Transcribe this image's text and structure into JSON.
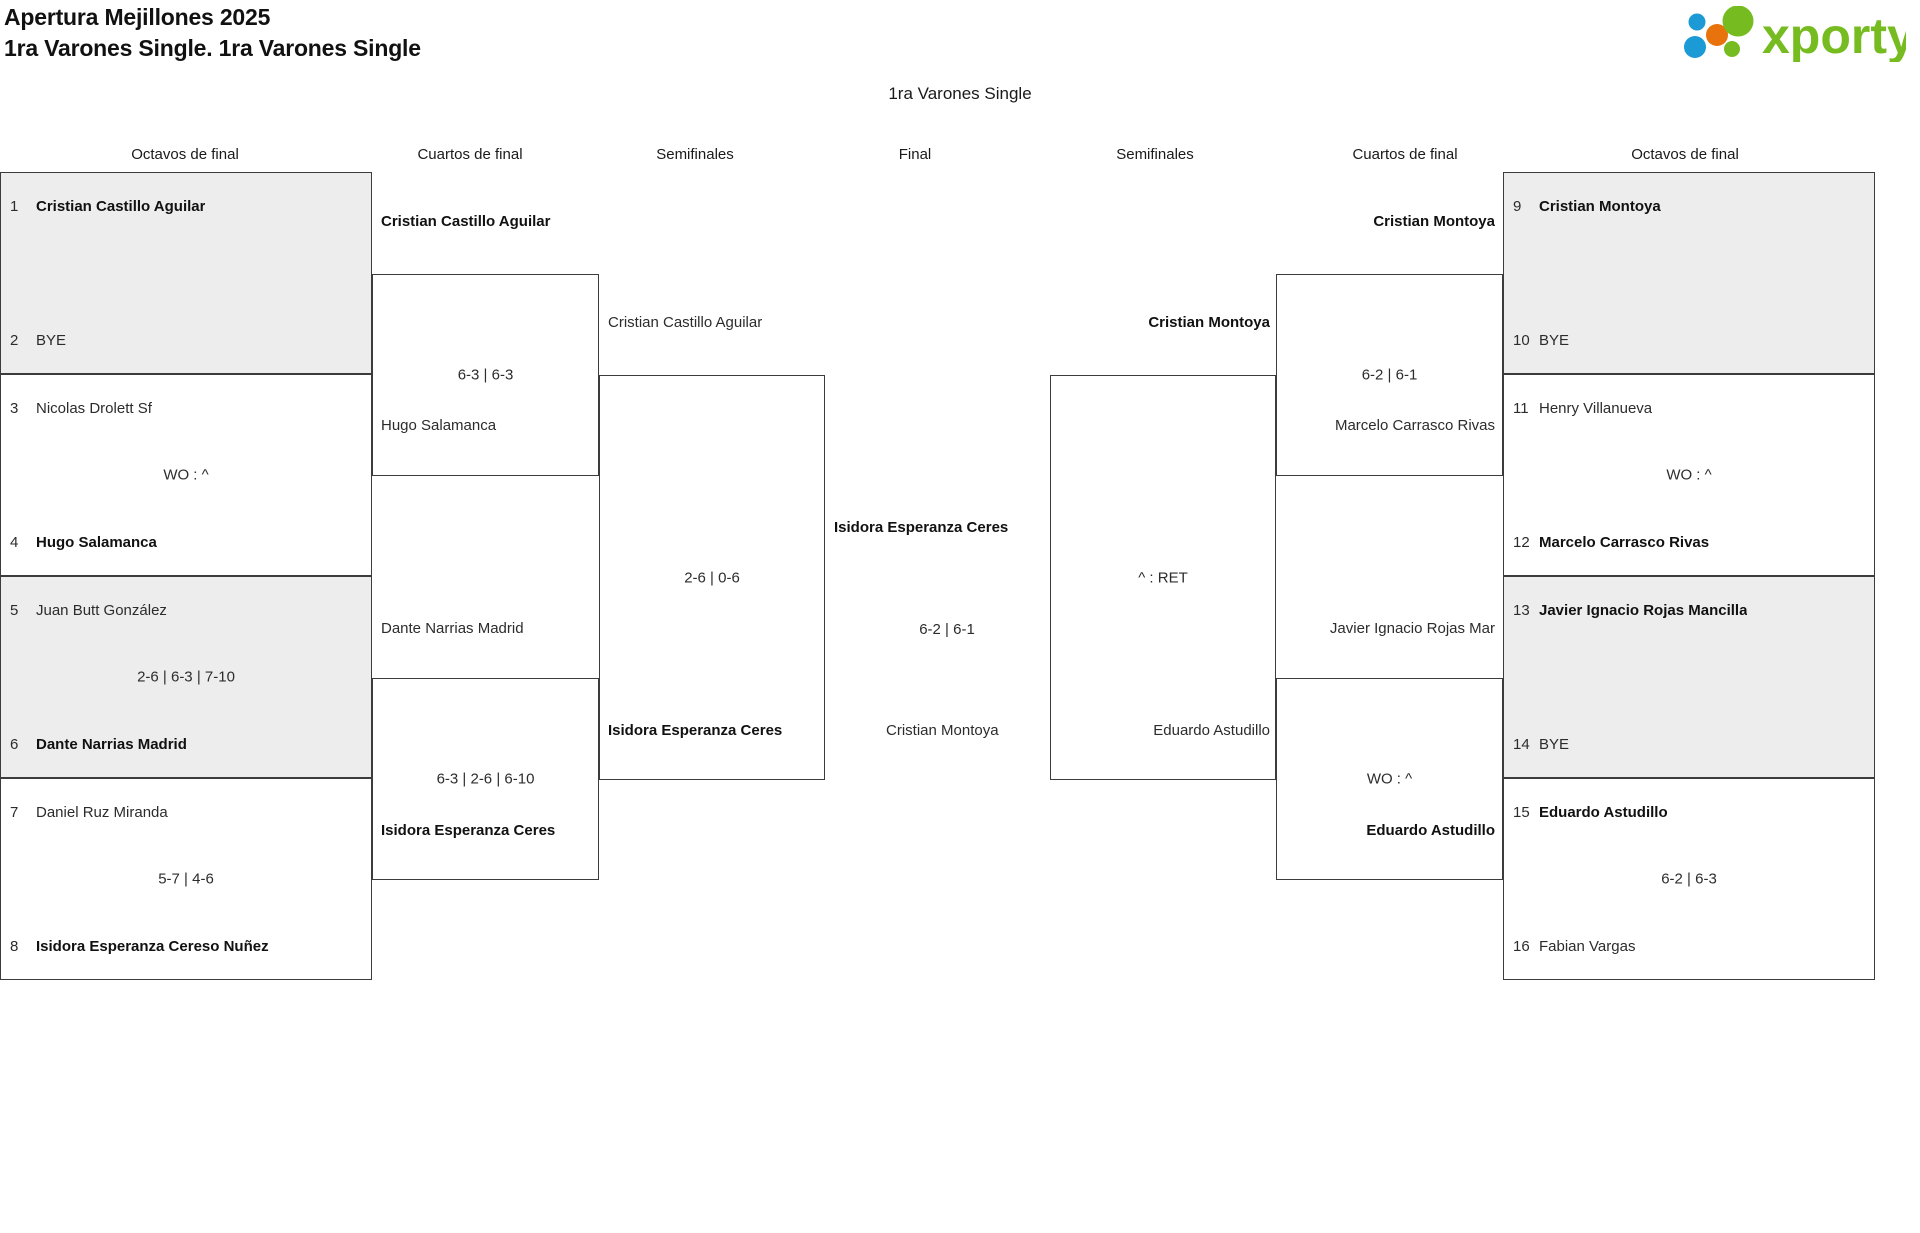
{
  "header": {
    "line1": "Apertura Mejillones 2025",
    "line2": "1ra Varones Single. 1ra Varones Single",
    "logo_text": "xporty",
    "logo_colors": {
      "green": "#76bc21",
      "blue": "#1b9ad6",
      "orange": "#e8720c"
    }
  },
  "draw_title": "1ra Varones Single",
  "round_headings": {
    "left_r16": "Octavos de final",
    "left_qf": "Cuartos de final",
    "left_sf": "Semifinales",
    "final": "Final",
    "right_sf": "Semifinales",
    "right_qf": "Cuartos de final",
    "right_r16": "Octavos de final"
  },
  "bracket": {
    "left": {
      "round16": [
        {
          "top": {
            "seed": "1",
            "name": "Cristian Castillo Aguilar",
            "winner": true
          },
          "bottom": {
            "seed": "2",
            "name": "BYE",
            "winner": false
          },
          "score": "",
          "shaded": true
        },
        {
          "top": {
            "seed": "3",
            "name": "Nicolas Drolett Sf",
            "winner": false
          },
          "bottom": {
            "seed": "4",
            "name": "Hugo Salamanca",
            "winner": true
          },
          "score": "WO : ^",
          "shaded": false
        },
        {
          "top": {
            "seed": "5",
            "name": "Juan Butt González",
            "winner": false
          },
          "bottom": {
            "seed": "6",
            "name": "Dante Narrias Madrid",
            "winner": true
          },
          "score": "2-6 | 6-3 | 7-10",
          "shaded": true
        },
        {
          "top": {
            "seed": "7",
            "name": "Daniel Ruz Miranda",
            "winner": false
          },
          "bottom": {
            "seed": "8",
            "name": "Isidora Esperanza Cereso Nuñez",
            "winner": true
          },
          "score": "5-7 | 4-6",
          "shaded": false
        }
      ],
      "quarterfinals": [
        {
          "top": {
            "name": "Cristian Castillo Aguilar",
            "winner": true
          },
          "bottom": {
            "name": "Hugo Salamanca",
            "winner": false
          },
          "score": "6-3 | 6-3"
        },
        {
          "top": {
            "name": "Dante Narrias Madrid",
            "winner": false
          },
          "bottom": {
            "name": "Isidora Esperanza Ceres",
            "winner": true
          },
          "score": "6-3 | 2-6 | 6-10"
        }
      ],
      "semifinal": {
        "top": {
          "name": "Cristian Castillo Aguilar",
          "winner": false
        },
        "bottom": {
          "name": "Isidora Esperanza Ceres",
          "winner": true
        },
        "score": "2-6 | 0-6"
      }
    },
    "final": {
      "top": {
        "name": "Isidora Esperanza Ceres",
        "winner": true
      },
      "bottom": {
        "name": "Cristian Montoya",
        "winner": false
      },
      "score": "6-2 | 6-1"
    },
    "right": {
      "semifinal": {
        "top": {
          "name": "Cristian Montoya",
          "winner": true
        },
        "bottom": {
          "name": "Eduardo Astudillo",
          "winner": false
        },
        "score": "^ : RET"
      },
      "quarterfinals": [
        {
          "top": {
            "name": "Cristian Montoya",
            "winner": true
          },
          "bottom": {
            "name": "Marcelo Carrasco Rivas",
            "winner": false
          },
          "score": "6-2 | 6-1"
        },
        {
          "top": {
            "name": "Javier Ignacio Rojas Mar",
            "winner": false
          },
          "bottom": {
            "name": "Eduardo Astudillo",
            "winner": true
          },
          "score": "WO : ^"
        }
      ],
      "round16": [
        {
          "top": {
            "seed": "9",
            "name": "Cristian Montoya",
            "winner": true
          },
          "bottom": {
            "seed": "10",
            "name": "BYE",
            "winner": false
          },
          "score": "",
          "shaded": true
        },
        {
          "top": {
            "seed": "11",
            "name": "Henry Villanueva",
            "winner": false
          },
          "bottom": {
            "seed": "12",
            "name": "Marcelo Carrasco Rivas",
            "winner": true
          },
          "score": "WO : ^",
          "shaded": false
        },
        {
          "top": {
            "seed": "13",
            "name": "Javier Ignacio Rojas Mancilla",
            "winner": true
          },
          "bottom": {
            "seed": "14",
            "name": "BYE",
            "winner": false
          },
          "score": "",
          "shaded": true
        },
        {
          "top": {
            "seed": "15",
            "name": "Eduardo Astudillo",
            "winner": true
          },
          "bottom": {
            "seed": "16",
            "name": "Fabian Vargas",
            "winner": false
          },
          "score": "6-2 | 6-3",
          "shaded": false
        }
      ]
    }
  }
}
